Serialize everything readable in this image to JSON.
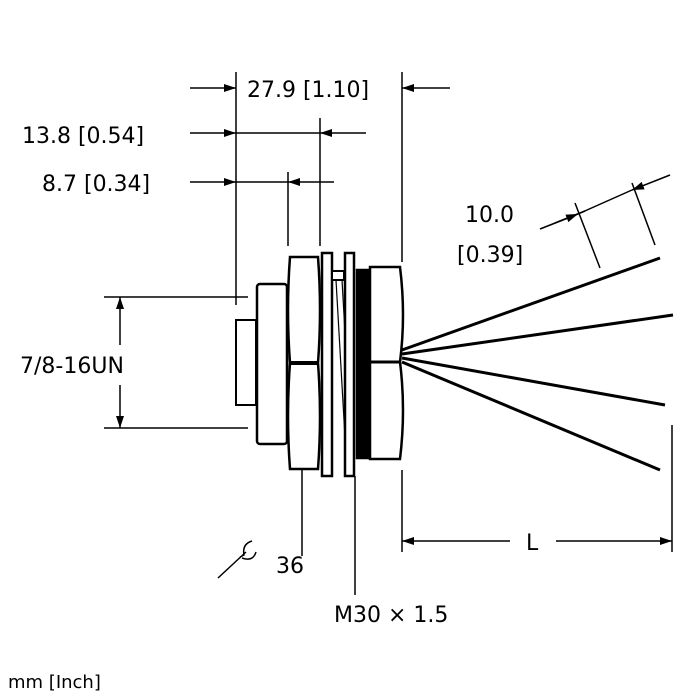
{
  "dimensions": {
    "overall_length": "27.9 [1.10]",
    "nut_to_flange": "13.8 [0.54]",
    "face_to_nut": "8.7 [0.34]",
    "strip_length_mm": "10.0",
    "strip_length_in": "[0.39]",
    "thread_front": "7/8-16UN",
    "wrench_size": "36",
    "thread_mount": "M30 × 1.5",
    "cable_length": "L"
  },
  "units_note": "mm [Inch]",
  "colors": {
    "line": "#000000",
    "background": "#ffffff"
  }
}
